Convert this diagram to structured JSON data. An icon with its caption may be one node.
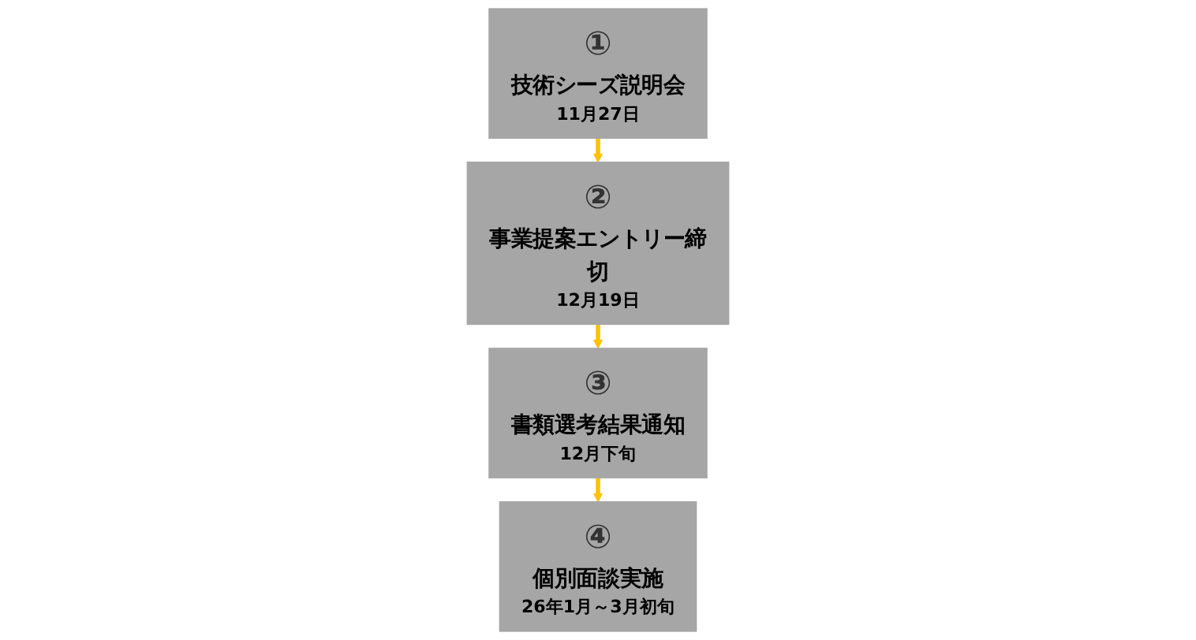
{
  "diagram": {
    "nodes": [
      {
        "text": [
          "①",
          "技術シーズ説明会",
          "11月27日"
        ]
      },
      {
        "text": [
          "②",
          "事業提案エントリー締切",
          "12月19日"
        ]
      },
      {
        "text": [
          "③",
          "書類選考結果通知",
          "12月下旬"
        ]
      },
      {
        "text": [
          "④",
          "個別面談実施",
          "26年1月～3月初旬"
        ]
      }
    ],
    "edges": [
      {
        "from": 0,
        "to": 1,
        "arrow": "to"
      },
      {
        "from": 1,
        "to": 2,
        "arrow": "to"
      },
      {
        "from": 2,
        "to": 3,
        "arrow": "to"
      }
    ]
  }
}
